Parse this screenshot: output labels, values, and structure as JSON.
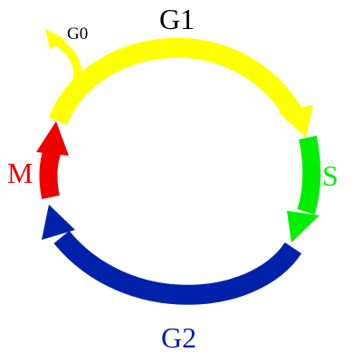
{
  "phases": {
    "g0": {
      "label": "G0",
      "color": "#000000"
    },
    "g1": {
      "label": "G1",
      "color": "#000000",
      "arc_color": "#ffff00"
    },
    "s": {
      "label": "S",
      "color": "#00ee00",
      "arc_color": "#00ee00"
    },
    "g2": {
      "label": "G2",
      "color": "#0022aa",
      "arc_color": "#0022aa"
    },
    "m": {
      "label": "M",
      "color": "#ee0000",
      "arc_color": "#ee0000"
    }
  }
}
